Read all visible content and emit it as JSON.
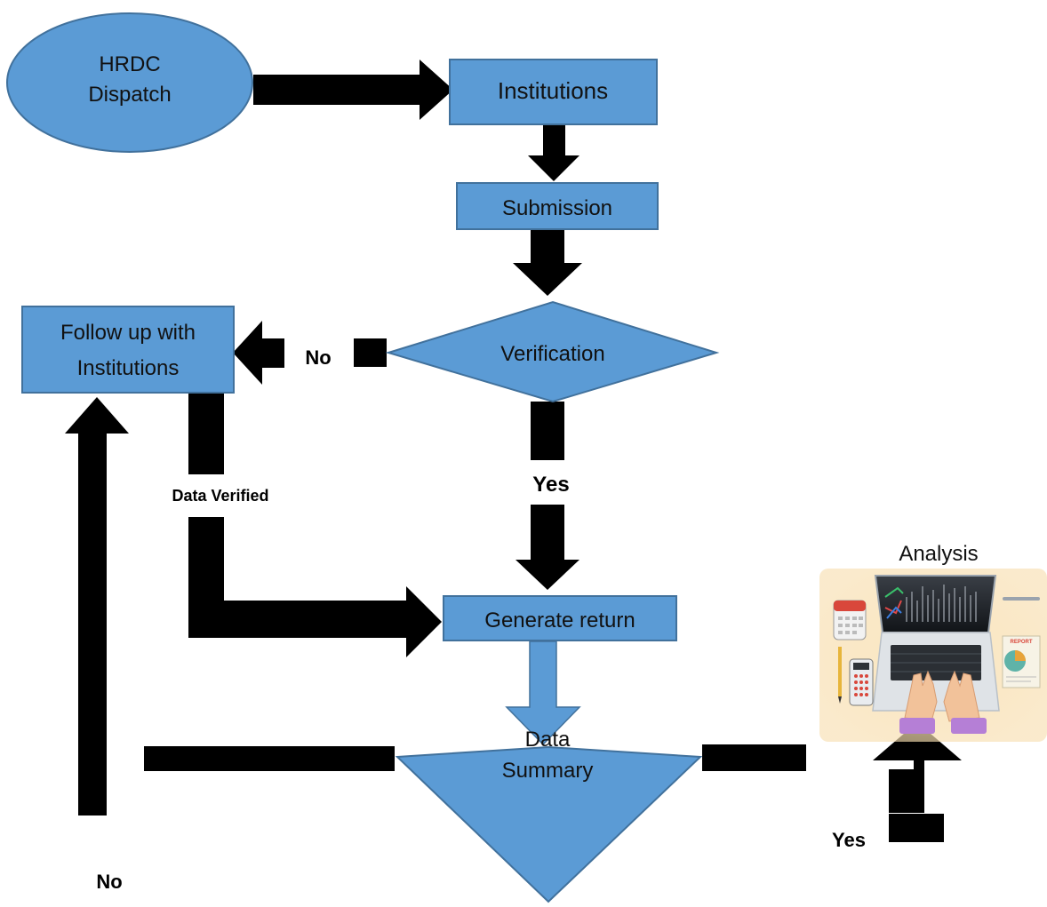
{
  "nodes": {
    "hrdc_dispatch": {
      "line1": "HRDC",
      "line2": "Dispatch"
    },
    "institutions": "Institutions",
    "submission": "Submission",
    "verification": "Verification",
    "follow_up": {
      "line1": "Follow up with",
      "line2": "Institutions"
    },
    "generate_return": "Generate return",
    "data_summary": {
      "line1": "Data",
      "line2": "Summary"
    },
    "analysis": "Analysis"
  },
  "edge_labels": {
    "verification_no": "No",
    "verification_yes": "Yes",
    "data_verified": "Data Verified",
    "summary_no": "No",
    "summary_yes": "Yes"
  },
  "illustration": {
    "report_label": "REPORT"
  },
  "colors": {
    "node_fill": "#5b9bd5",
    "node_stroke": "#41719c",
    "arrow": "#000000"
  }
}
